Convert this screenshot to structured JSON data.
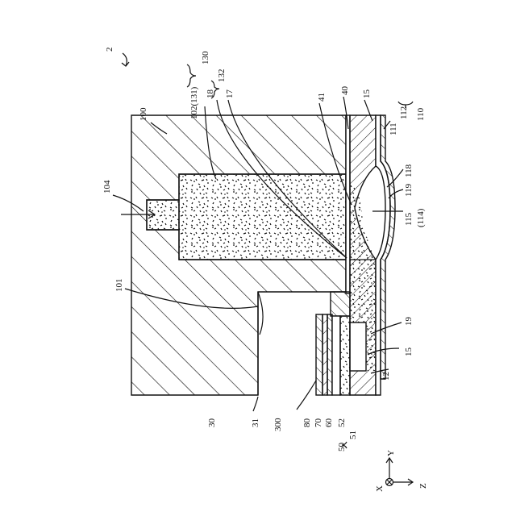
{
  "figure_number": "2",
  "refs": {
    "r2": "2",
    "r130": "130",
    "r102": "102(131)",
    "r18": "18",
    "r132": "132",
    "r17": "17",
    "r100": "100",
    "r41": "41",
    "r40": "40",
    "r15a": "15",
    "r111": "111",
    "r112": "112",
    "r110": "110",
    "r104": "104",
    "r118": "118",
    "r119": "119",
    "r115": "115",
    "r114": "(114)",
    "r101": "101",
    "r19": "19",
    "r15b": "15",
    "r12": "12",
    "r30": "30",
    "r31": "31",
    "r300": "300",
    "r80": "80",
    "r70": "70",
    "r60": "60",
    "r52": "52",
    "r51": "51",
    "r50": "50"
  },
  "axes": {
    "x": "X",
    "y": "Y",
    "z": "Z"
  }
}
